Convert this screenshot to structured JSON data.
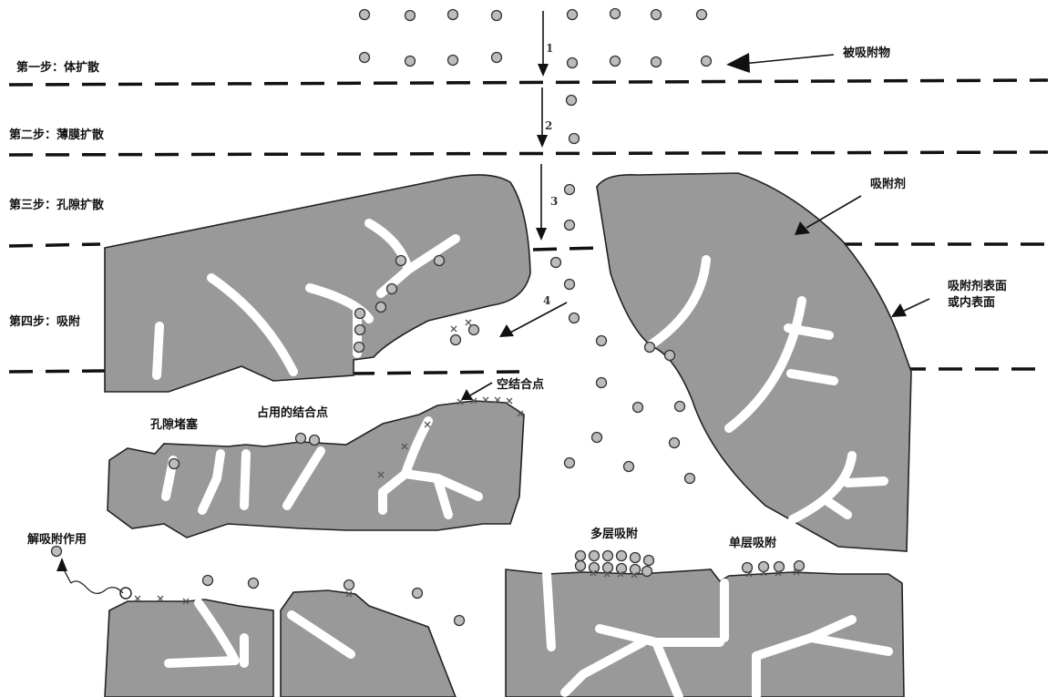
{
  "steps": {
    "step1": "第一步：体扩散",
    "step2": "第二步：薄膜扩散",
    "step3": "第三步：孔隙扩散",
    "step4": "第四步：吸附"
  },
  "step_numbers": [
    "1",
    "2",
    "3",
    "4"
  ],
  "labels": {
    "adsorbate": "被吸附物",
    "adsorbent": "吸附剂",
    "adsorbent_surface": [
      "吸附剂表面",
      "或内表面"
    ],
    "empty_site": "空结合点",
    "occupied_site": "占用的结合点",
    "pore_blocking": "孔隙堵塞",
    "desorption": "解吸附作用",
    "multilayer": "多层吸附",
    "monolayer": "单层吸附"
  },
  "colors": {
    "adsorbent_fill": "#999999",
    "molecule_fill": "#bcbcbc",
    "outline": "#222222"
  }
}
